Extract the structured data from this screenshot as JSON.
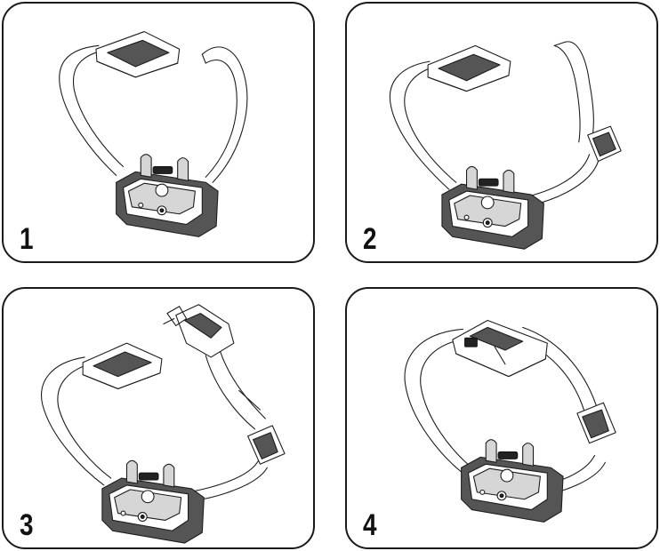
{
  "panels": [
    {
      "number": "1"
    },
    {
      "number": "2"
    },
    {
      "number": "3"
    },
    {
      "number": "4"
    }
  ]
}
